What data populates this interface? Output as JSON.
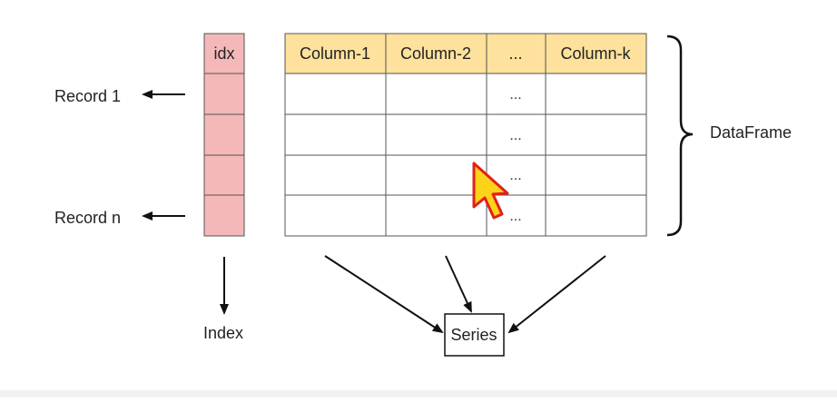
{
  "index_header": "idx",
  "columns": [
    "Column-1",
    "Column-2",
    "...",
    "Column-k"
  ],
  "ellipsis": "...",
  "labels": {
    "record_first": "Record 1",
    "record_last": "Record n",
    "dataframe": "DataFrame",
    "index": "Index",
    "series": "Series"
  },
  "colors": {
    "index_fill": "#f4b8b8",
    "header_fill": "#fde19c",
    "border": "#555555",
    "cursor_fill": "#ffd21a",
    "cursor_stroke": "#e0201b"
  }
}
